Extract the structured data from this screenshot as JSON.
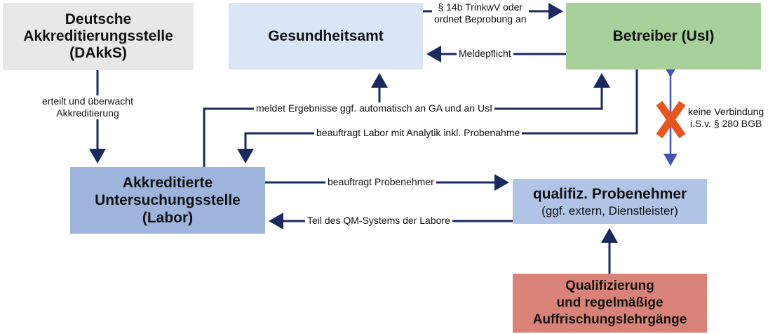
{
  "colors": {
    "dakks": "#e8e8e8",
    "gesundheitsamt": "#dae5f5",
    "betreiber": "#a8d09a",
    "labor": "#9eb4dc",
    "probenehmer": "#b0c4e6",
    "qualifizierung": "#d98278",
    "arrow": "#1a2a5e",
    "arrow_alt": "#4451b8",
    "cross": "#e8561e"
  },
  "boxes": {
    "dakks": {
      "lines": [
        "Deutsche",
        "Akkreditierungsstelle",
        "(DAkkS)"
      ]
    },
    "gesundheitsamt": {
      "lines": [
        "Gesundheitsamt"
      ]
    },
    "betreiber": {
      "lines": [
        "Betreiber (UsI)"
      ]
    },
    "labor": {
      "lines": [
        "Akkreditierte",
        "Untersuchungsstelle",
        "(Labor)"
      ]
    },
    "probenehmer": {
      "title": "qualifiz. Probenehmer",
      "subtitle": "(ggf. extern, Dienstleister)"
    },
    "qualifizierung": {
      "lines": [
        "Qualifizierung",
        "und regelmäßige",
        "Auffrischungslehrgänge"
      ]
    }
  },
  "edges": {
    "trinkwv": [
      "§ 14b TrinkwV oder",
      "ordnet Beprobung an"
    ],
    "meldepflicht": "Meldepflicht",
    "akkreditierung": [
      "erteilt und überwacht",
      "Akkreditierung"
    ],
    "meldet": "meldet Ergebnisse ggf. automatisch an GA und an UsI",
    "beauftragt_labor": "beauftragt Labor mit Analytik inkl. Probenahme",
    "keine_verbindung": [
      "keine Verbindung",
      "i.S.v. § 280 BGB"
    ],
    "beauftragt_probenehmer": "beauftragt Probenehmer",
    "qm_system": "Teil des QM-Systems der Labore"
  },
  "icons": {
    "cross": "x-mark-icon"
  }
}
